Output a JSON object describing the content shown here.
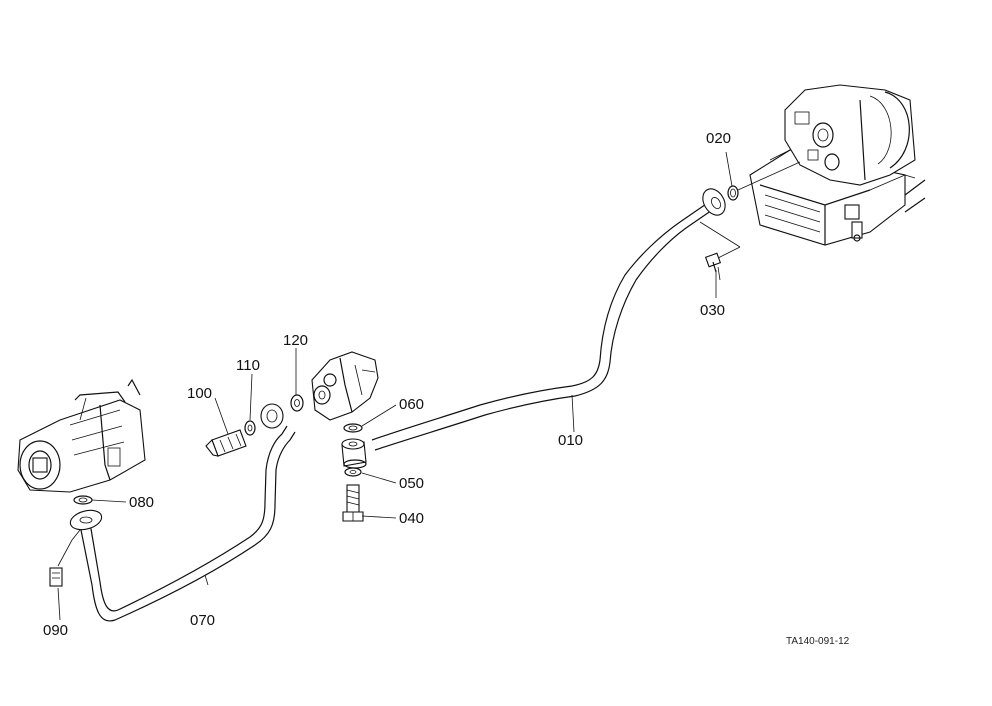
{
  "labels": {
    "p010": "010",
    "p020": "020",
    "p030": "030",
    "p040": "040",
    "p050": "050",
    "p060": "060",
    "p070": "070",
    "p080": "080",
    "p090": "090",
    "p100": "100",
    "p110": "110",
    "p120": "120"
  },
  "reference_code": "TA140-091-12"
}
